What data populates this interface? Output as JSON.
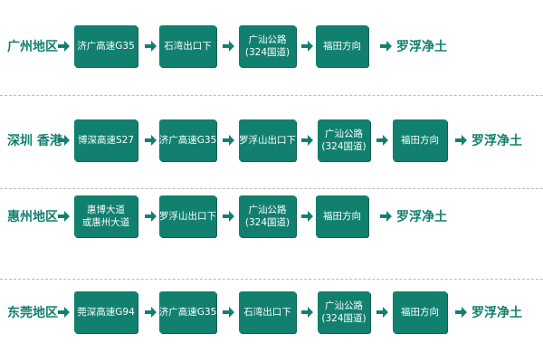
{
  "colors": {
    "accent": "#11806f",
    "box_text": "#ffffff",
    "divider": "#bcbcbc"
  },
  "routes": [
    {
      "region": "广州地区",
      "steps": [
        {
          "lines": [
            "济广高速G35"
          ]
        },
        {
          "lines": [
            "石湾出口下"
          ]
        },
        {
          "lines": [
            "广汕公路",
            "(324国道)"
          ]
        },
        {
          "lines": [
            "福田方向"
          ]
        }
      ],
      "destination": "罗浮净土"
    },
    {
      "region": "深圳 香港",
      "steps": [
        {
          "lines": [
            "博深高速S27"
          ]
        },
        {
          "lines": [
            "济广高速G35"
          ]
        },
        {
          "lines": [
            "罗浮山出口下"
          ]
        },
        {
          "lines": [
            "广汕公路",
            "(324国道)"
          ]
        },
        {
          "lines": [
            "福田方向"
          ]
        }
      ],
      "destination": "罗浮净土"
    },
    {
      "region": "惠州地区",
      "steps": [
        {
          "lines": [
            "惠博大道",
            "或惠州大道"
          ]
        },
        {
          "lines": [
            "罗浮山出口下"
          ]
        },
        {
          "lines": [
            "广汕公路",
            "(324国道)"
          ]
        },
        {
          "lines": [
            "福田方向"
          ]
        }
      ],
      "destination": "罗浮净土"
    },
    {
      "region": "东莞地区",
      "steps": [
        {
          "lines": [
            "莞深高速G94"
          ]
        },
        {
          "lines": [
            "济广高速G35"
          ]
        },
        {
          "lines": [
            "石湾出口下"
          ]
        },
        {
          "lines": [
            "广汕公路",
            "(324国道)"
          ]
        },
        {
          "lines": [
            "福田方向"
          ]
        }
      ],
      "destination": "罗浮净土"
    }
  ]
}
